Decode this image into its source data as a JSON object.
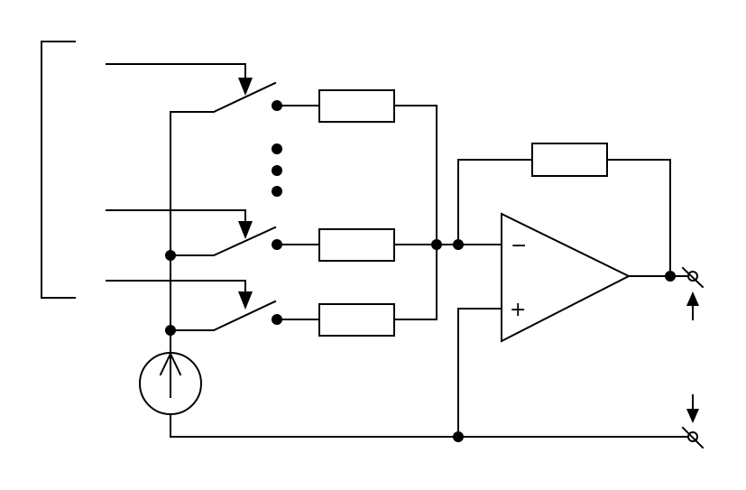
{
  "diagram": {
    "type": "circuit-schematic",
    "opamp": {
      "inverting_label": "−",
      "noninverting_label": "+"
    },
    "components": [
      "current-source",
      "switch-1",
      "switch-2",
      "switch-3",
      "resistor-1",
      "resistor-2",
      "resistor-3",
      "feedback-resistor",
      "op-amp",
      "output-terminal",
      "ground-terminal"
    ],
    "colors": {
      "stroke": "#000000",
      "background": "#ffffff"
    }
  }
}
